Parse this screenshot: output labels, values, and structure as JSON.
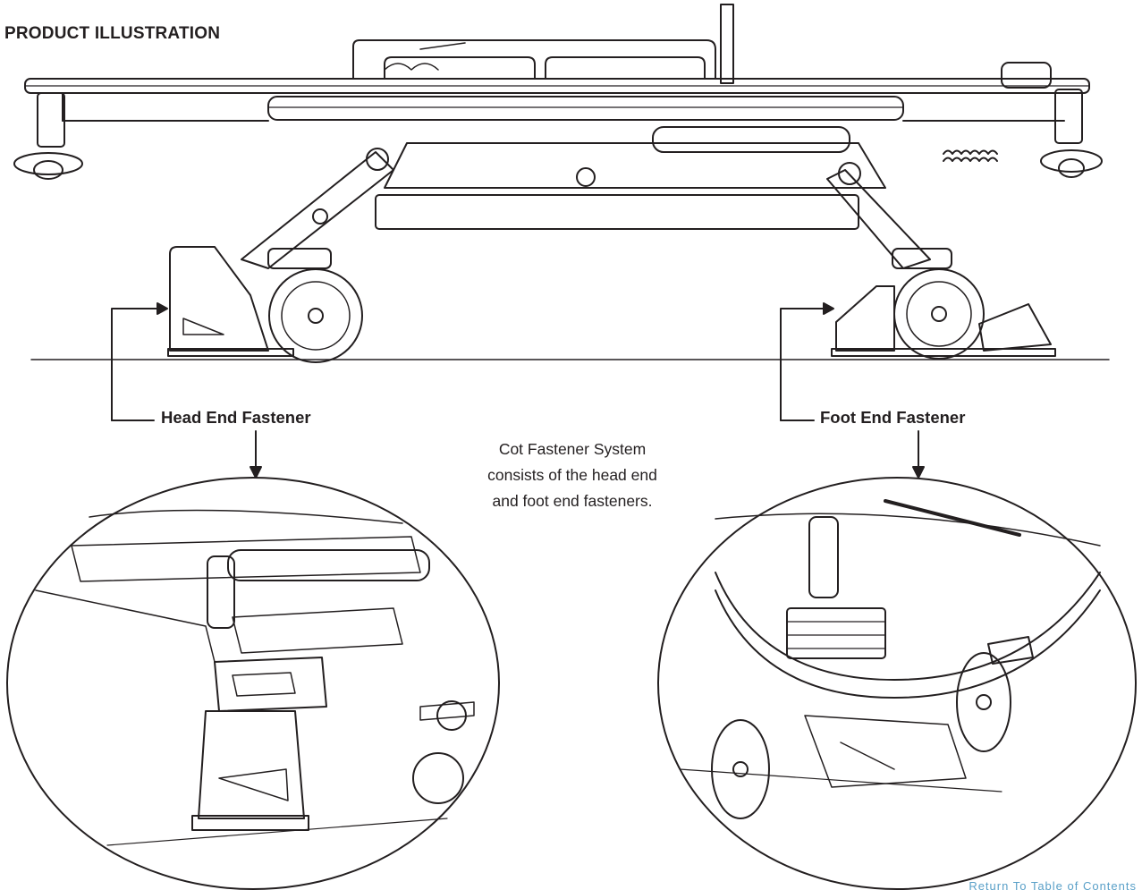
{
  "header": {
    "title": "PRODUCT ILLUSTRATION"
  },
  "callouts": {
    "head_end": "Head End Fastener",
    "foot_end": "Foot End Fastener"
  },
  "description": {
    "lines": [
      "Cot Fastener System",
      "consists of the head end",
      "and foot end fasteners."
    ]
  },
  "footer": {
    "link_text": "Return To Table of Contents"
  },
  "colors": {
    "ink": "#231f20",
    "link": "#5aa0c8"
  }
}
